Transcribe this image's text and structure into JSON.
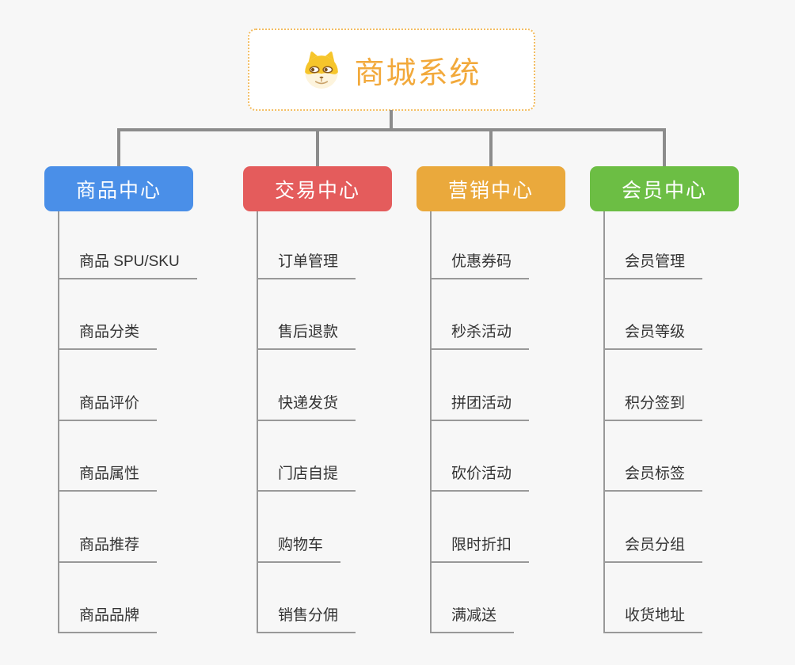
{
  "page": {
    "background_color": "#f7f7f7",
    "connector_color": "#8c8c8c",
    "tree_line_color": "#999999",
    "child_text_color": "#333333"
  },
  "root": {
    "title": "商城系统",
    "icon": "dog-face-icon",
    "title_color": "#f2a93b",
    "border_color": "#f3bd62",
    "background": "#ffffff"
  },
  "branches": [
    {
      "label": "商品中心",
      "color": "#4a8fe8",
      "children": [
        "商品 SPU/SKU",
        "商品分类",
        "商品评价",
        "商品属性",
        "商品推荐",
        "商品品牌"
      ]
    },
    {
      "label": "交易中心",
      "color": "#e45c5c",
      "children": [
        "订单管理",
        "售后退款",
        "快递发货",
        "门店自提",
        "购物车",
        "销售分佣"
      ]
    },
    {
      "label": "营销中心",
      "color": "#eaa93c",
      "children": [
        "优惠券码",
        "秒杀活动",
        "拼团活动",
        "砍价活动",
        "限时折扣",
        "满减送"
      ]
    },
    {
      "label": "会员中心",
      "color": "#6cbe44",
      "children": [
        "会员管理",
        "会员等级",
        "积分签到",
        "会员标签",
        "会员分组",
        "收货地址"
      ]
    }
  ]
}
